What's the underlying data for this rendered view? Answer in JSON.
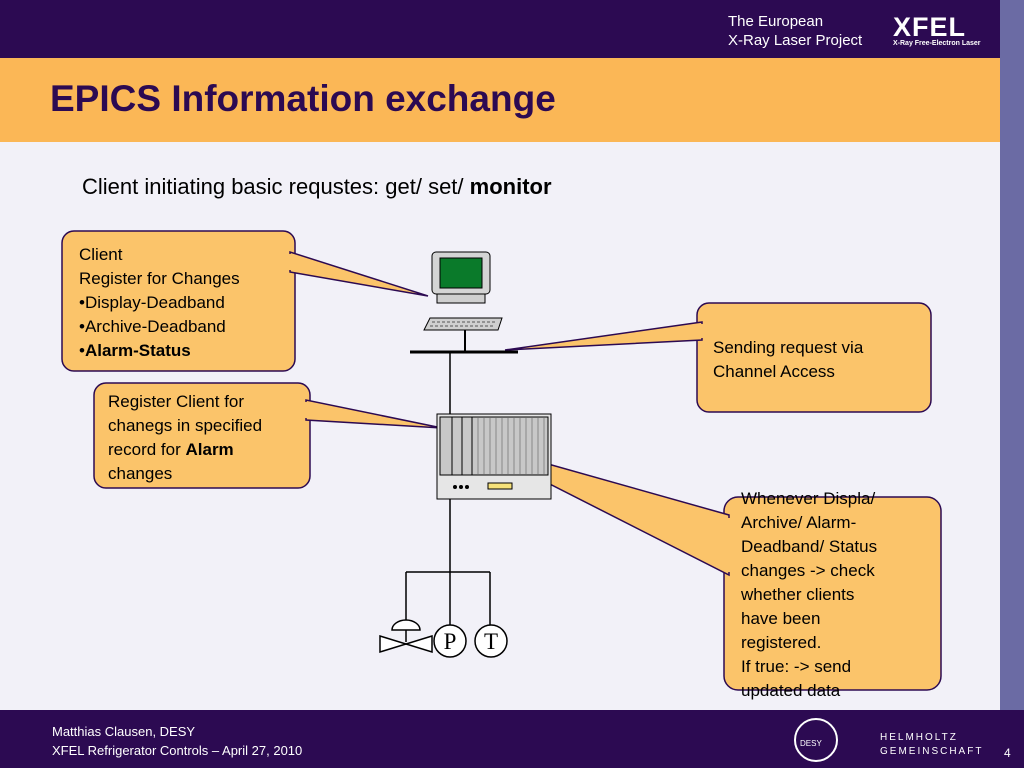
{
  "header": {
    "brand_line1": "The European",
    "brand_line2": "X-Ray Laser Project",
    "logo_text": "XFEL",
    "logo_subtext": "X-Ray Free-Electron Laser"
  },
  "title": "EPICS Information exchange",
  "subtitle": {
    "text": "Client initiating basic requstes: get/ set/ ",
    "bold": "monitor"
  },
  "callouts": {
    "client": {
      "line1": "Client",
      "line2": "Register for Changes",
      "line3": "•Display-Deadband",
      "line4": "•Archive-Deadband",
      "line5_prefix": "•",
      "line5_bold": "Alarm-Status"
    },
    "register": {
      "line1": "Register Client for",
      "line2": "chanegs in specified",
      "line3_prefix": "record for ",
      "line3_bold": "Alarm",
      "line4": "changes"
    },
    "sending": {
      "line1": "Sending request via",
      "line2": "Channel Access"
    },
    "whenever": {
      "line1": "Whenever Displa/",
      "line2": "Archive/ Alarm-",
      "line3": "Deadband/ Status",
      "line4": "changes -> check",
      "line5": "whether clients",
      "line6": "have been",
      "line7": "registered.",
      "line8": "If true: -> send",
      "line9": "updated data"
    }
  },
  "sensors": {
    "p": "P",
    "t": "T"
  },
  "footer": {
    "author": "Matthias Clausen, DESY",
    "event": "XFEL Refrigerator Controls – April 27, 2010",
    "page": "4",
    "desy": "DESY",
    "helmholtz_line1": "HELMHOLTZ",
    "helmholtz_line2": "GEMEINSCHAFT"
  },
  "colors": {
    "dark_purple": "#2c0a52",
    "title_band": "#fbb756",
    "callout_fill": "#fbc46a",
    "content_bg": "#f2f1f8"
  },
  "icons": [
    "computer-workstation-icon",
    "vme-crate-icon",
    "valve-icon",
    "pressure-sensor-icon",
    "temperature-sensor-icon"
  ]
}
